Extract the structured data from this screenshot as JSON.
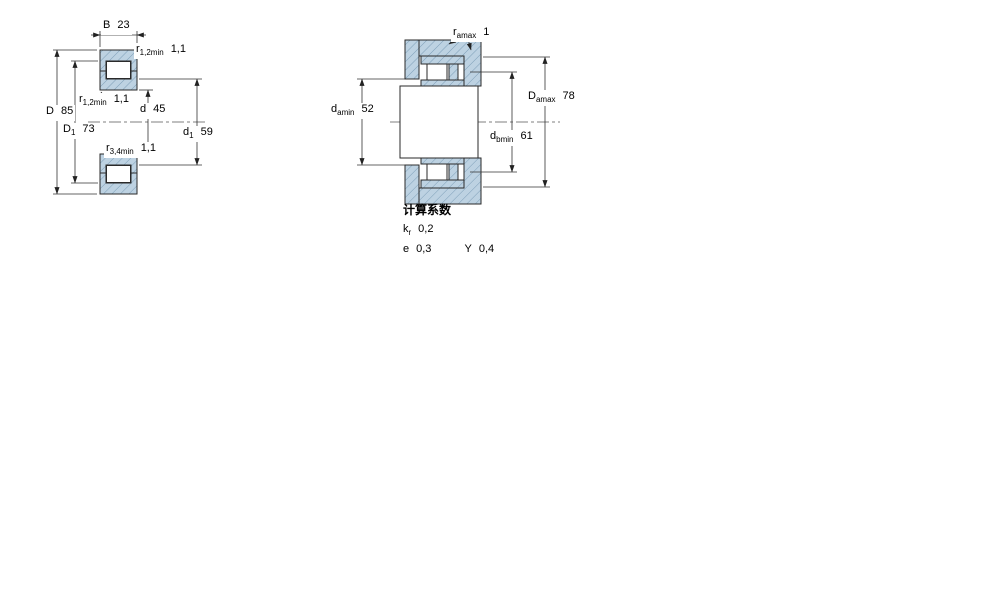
{
  "left_diagram": {
    "dim_B": {
      "sym": "B",
      "val": "23"
    },
    "dim_r12_top": {
      "sym": "r",
      "sub": "1,2min",
      "val": "1,1"
    },
    "dim_D": {
      "sym": "D",
      "val": "85"
    },
    "dim_r12_mid": {
      "sym": "r",
      "sub": "1,2min",
      "val": "1,1"
    },
    "dim_D1": {
      "sym": "D",
      "sub": "1",
      "val": "73"
    },
    "dim_d": {
      "sym": "d",
      "val": "45"
    },
    "dim_r34": {
      "sym": "r",
      "sub": "3,4min",
      "val": "1,1"
    },
    "dim_d1": {
      "sym": "d",
      "sub": "1",
      "val": "59"
    }
  },
  "right_diagram": {
    "dim_ramax": {
      "sym": "r",
      "sub": "amax",
      "val": "1"
    },
    "dim_damin": {
      "sym": "d",
      "sub": "amin",
      "val": "52"
    },
    "dim_Damax": {
      "sym": "D",
      "sub": "amax",
      "val": "78"
    },
    "dim_dbmin": {
      "sym": "d",
      "sub": "bmin",
      "val": "61"
    }
  },
  "calculation_factors": {
    "title": "计算系数",
    "kr": {
      "sym": "k",
      "sub": "r",
      "val": "0,2"
    },
    "e": {
      "sym": "e",
      "val": "0,3"
    },
    "Y": {
      "sym": "Y",
      "val": "0,4"
    }
  },
  "colors": {
    "section_fill": "#bdd2e2",
    "hatch_line": "#7e9fb8",
    "outline": "#2a2a2a"
  }
}
